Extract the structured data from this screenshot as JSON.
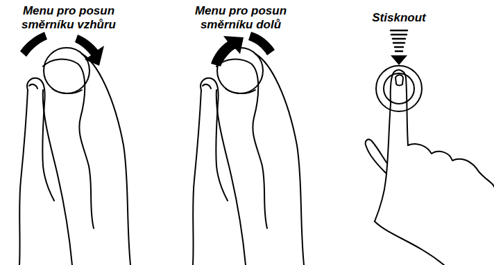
{
  "diagram": {
    "labels": [
      "Menu pro posun směrníku vzhůru",
      "Menu pro posun směrníku dolů",
      "Stisknout"
    ]
  }
}
